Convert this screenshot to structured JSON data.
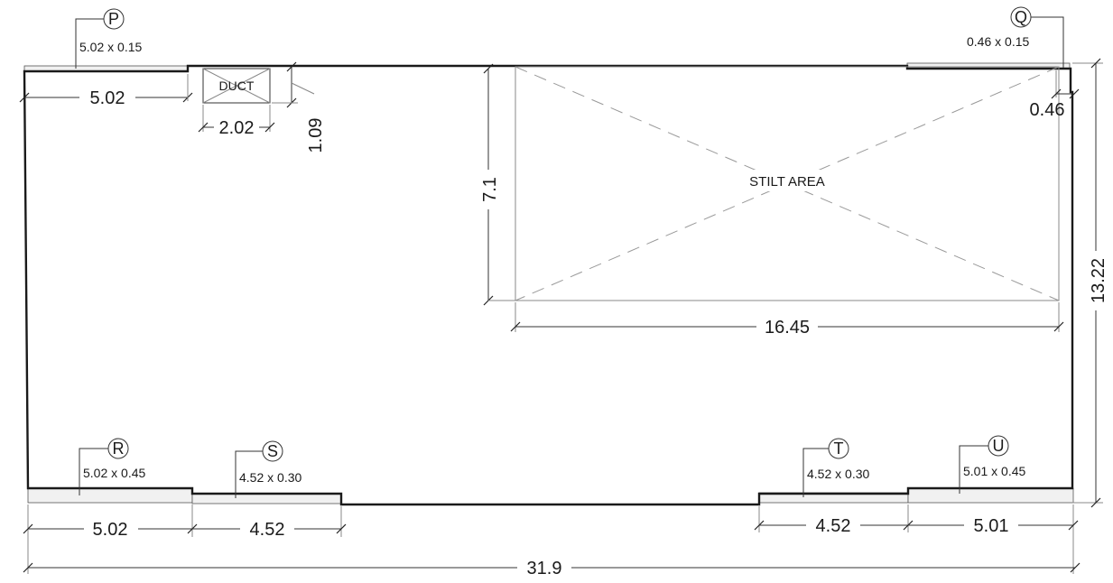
{
  "dimensions": {
    "p_left": "5.02",
    "duct_width": "2.02",
    "duct_depth": "1.09",
    "stilt_depth": "7.1",
    "q_right": "0.46",
    "stilt_width": "16.45",
    "overall_depth": "13.22",
    "r_bottom": "5.02",
    "s_bottom": "4.52",
    "t_bottom": "4.52",
    "u_bottom": "5.01",
    "overall_length": "31.9"
  },
  "labels": {
    "duct": "DUCT",
    "stilt": "STILT AREA"
  },
  "tags": [
    {
      "letter": "P",
      "size": "5.02 x 0.15"
    },
    {
      "letter": "Q",
      "size": "0.46 x 0.15"
    },
    {
      "letter": "R",
      "size": "5.02 x 0.45"
    },
    {
      "letter": "S",
      "size": "4.52 x 0.30"
    },
    {
      "letter": "T",
      "size": "4.52 x 0.30"
    },
    {
      "letter": "U",
      "size": "5.01 x 0.45"
    }
  ]
}
